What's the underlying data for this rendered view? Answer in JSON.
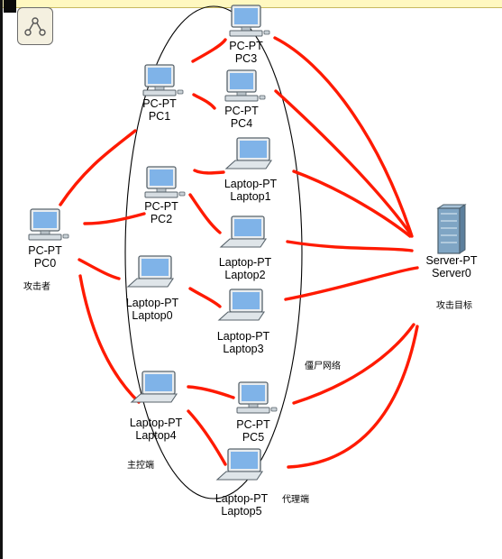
{
  "devices": [
    {
      "id": "pc0",
      "type": "pc",
      "model": "PC-PT",
      "name": "PC0"
    },
    {
      "id": "pc1",
      "type": "pc",
      "model": "PC-PT",
      "name": "PC1"
    },
    {
      "id": "pc2",
      "type": "pc",
      "model": "PC-PT",
      "name": "PC2"
    },
    {
      "id": "pc3",
      "type": "pc",
      "model": "PC-PT",
      "name": "PC3"
    },
    {
      "id": "pc4",
      "type": "pc",
      "model": "PC-PT",
      "name": "PC4"
    },
    {
      "id": "pc5",
      "type": "pc",
      "model": "PC-PT",
      "name": "PC5"
    },
    {
      "id": "lap0",
      "type": "laptop",
      "model": "Laptop-PT",
      "name": "Laptop0"
    },
    {
      "id": "lap1",
      "type": "laptop",
      "model": "Laptop-PT",
      "name": "Laptop1"
    },
    {
      "id": "lap2",
      "type": "laptop",
      "model": "Laptop-PT",
      "name": "Laptop2"
    },
    {
      "id": "lap3",
      "type": "laptop",
      "model": "Laptop-PT",
      "name": "Laptop3"
    },
    {
      "id": "lap4",
      "type": "laptop",
      "model": "Laptop-PT",
      "name": "Laptop4"
    },
    {
      "id": "lap5",
      "type": "laptop",
      "model": "Laptop-PT",
      "name": "Laptop5"
    },
    {
      "id": "srv0",
      "type": "server",
      "model": "Server-PT",
      "name": "Server0"
    }
  ],
  "annotations": {
    "attacker": "攻击者",
    "botnet": "僵尸网络",
    "target": "攻击目标",
    "master": "主控端",
    "agent": "代理端"
  },
  "links": [
    [
      "pc0",
      "pc1"
    ],
    [
      "pc0",
      "pc2"
    ],
    [
      "pc0",
      "lap0"
    ],
    [
      "pc0",
      "lap4"
    ],
    [
      "pc1",
      "pc3"
    ],
    [
      "pc1",
      "pc4"
    ],
    [
      "pc2",
      "lap1"
    ],
    [
      "pc2",
      "lap2"
    ],
    [
      "lap0",
      "lap3"
    ],
    [
      "lap4",
      "pc5"
    ],
    [
      "lap4",
      "lap5"
    ],
    [
      "pc3",
      "srv0"
    ],
    [
      "pc4",
      "srv0"
    ],
    [
      "lap1",
      "srv0"
    ],
    [
      "lap2",
      "srv0"
    ],
    [
      "lap3",
      "srv0"
    ],
    [
      "pc5",
      "srv0"
    ],
    [
      "lap5",
      "srv0"
    ]
  ],
  "colors": {
    "link": "#ff1a00",
    "ellipse": "#000000",
    "screen": "#7fb3e8"
  }
}
